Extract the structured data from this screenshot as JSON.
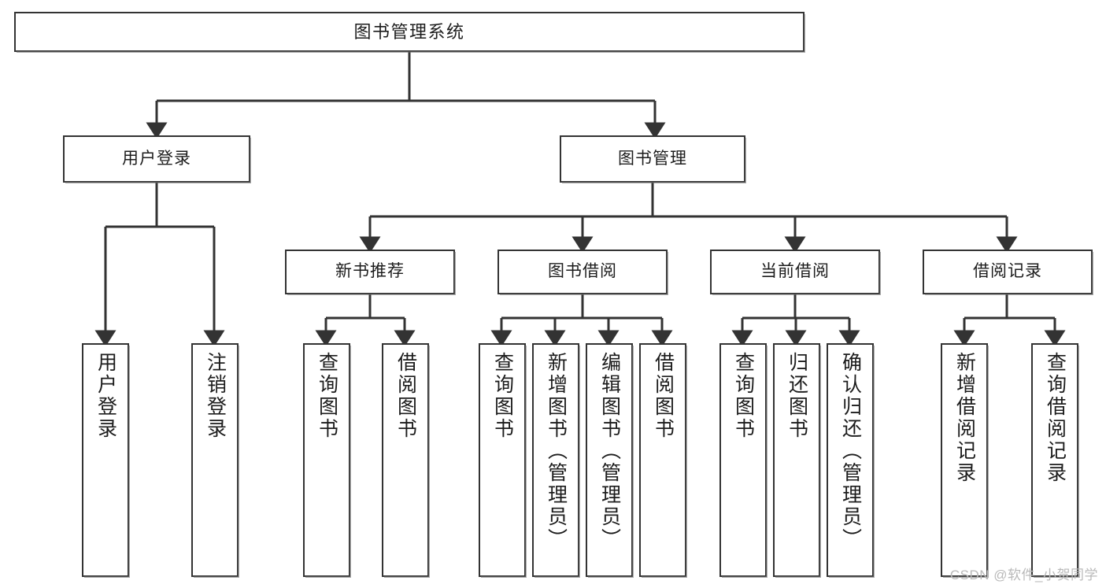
{
  "diagram": {
    "title": "图书管理系统",
    "type": "tree-hierarchy-diagram",
    "colors": {
      "box_border": "#333333",
      "box_fill": "#ffffff",
      "connector": "#333333",
      "background": "#ffffff",
      "watermark": "#b9b9b9"
    },
    "levels": {
      "root": {
        "label": "图书管理系统"
      },
      "level2": [
        {
          "id": "user-login",
          "label": "用户登录"
        },
        {
          "id": "book-management",
          "label": "图书管理"
        }
      ],
      "level3": [
        {
          "id": "new-book-recommend",
          "label": "新书推荐"
        },
        {
          "id": "book-borrow",
          "label": "图书借阅"
        },
        {
          "id": "current-borrow",
          "label": "当前借阅"
        },
        {
          "id": "borrow-record",
          "label": "借阅记录"
        }
      ],
      "leaves": {
        "user_login": [
          {
            "id": "leaf-user-login",
            "label": "用户登录"
          },
          {
            "id": "leaf-logout-login",
            "label": "注销登录"
          }
        ],
        "new_book_recommend": [
          {
            "id": "leaf-query-book-1",
            "label": "查询图书"
          },
          {
            "id": "leaf-borrow-book-1",
            "label": "借阅图书"
          }
        ],
        "book_borrow": [
          {
            "id": "leaf-query-book-2",
            "label": "查询图书"
          },
          {
            "id": "leaf-add-book-admin",
            "label": "新增图书（管理员）"
          },
          {
            "id": "leaf-edit-book-admin",
            "label": "编辑图书（管理员）"
          },
          {
            "id": "leaf-borrow-book-2",
            "label": "借阅图书"
          }
        ],
        "current_borrow": [
          {
            "id": "leaf-query-book-3",
            "label": "查询图书"
          },
          {
            "id": "leaf-return-book",
            "label": "归还图书"
          },
          {
            "id": "leaf-confirm-return-admin",
            "label": "确认归还（管理员）"
          }
        ],
        "borrow_record": [
          {
            "id": "leaf-add-borrow-record",
            "label": "新增借阅记录"
          },
          {
            "id": "leaf-query-borrow-record",
            "label": "查询借阅记录"
          }
        ]
      }
    }
  },
  "watermark": {
    "text": "CSDN @软件_小贺同学"
  }
}
